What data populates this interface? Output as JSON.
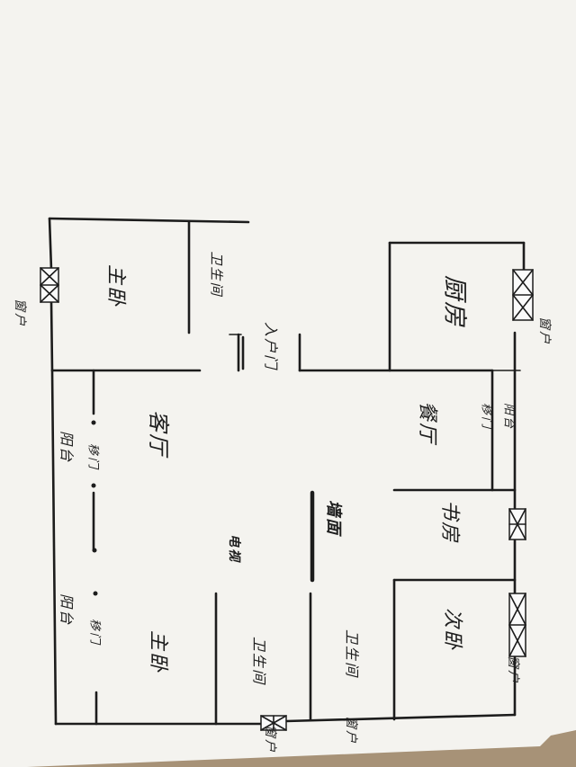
{
  "floor_plan": {
    "rooms": {
      "kitchen": "厨房",
      "dining": "餐厅",
      "study": "书房",
      "second_bedroom": "次卧",
      "living_room": "客厅",
      "master_bedroom_top": "主卧",
      "master_bedroom_bottom": "主卧",
      "bathroom_top": "卫生间",
      "bathroom_bottom_mid": "卫生间",
      "bathroom_bottom_right": "卫生间"
    },
    "labels": {
      "entrance_door": "入户门",
      "balcony_dining": "阳台",
      "sliding_door_dining": "移门",
      "balcony_living": "阳台",
      "sliding_door_living": "移门",
      "balcony_bedroom": "阳台",
      "sliding_door_bedroom": "移门",
      "feature_wall": "墙面",
      "tv": "电视",
      "window_marks": [
        "窗户",
        "窗户",
        "窗户",
        "窗户",
        "窗户"
      ]
    }
  }
}
